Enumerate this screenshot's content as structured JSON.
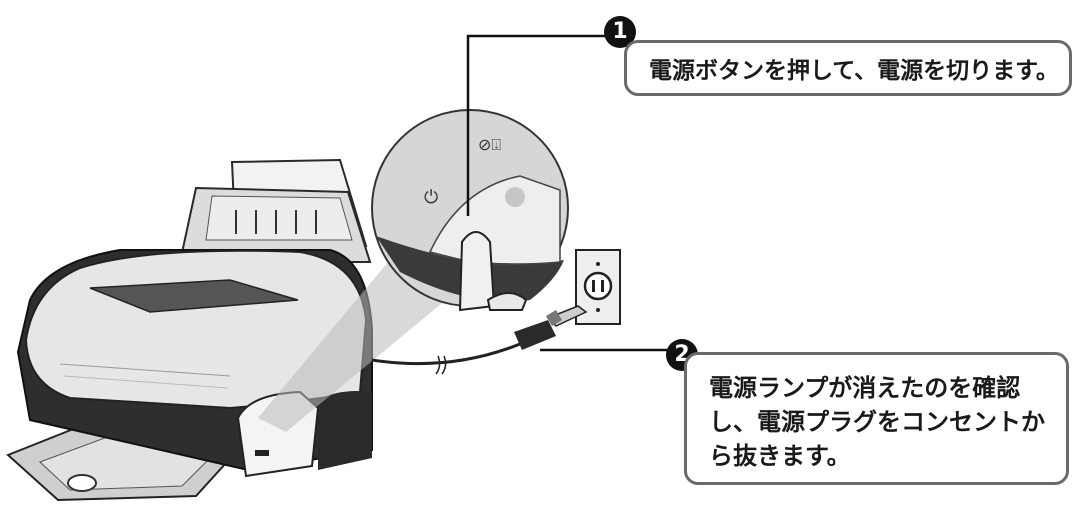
{
  "steps": [
    {
      "number": "1",
      "text": "電源ボタンを押して、電源を切ります。"
    },
    {
      "number": "2",
      "lines": [
        "電源ランプが消えたのを確認",
        "し、電源プラグをコンセントか",
        "ら抜きます。"
      ]
    }
  ],
  "colors": {
    "callout_border": "#6a6a6a",
    "badge": "#111111",
    "printer_body": "#e6e6e6",
    "printer_base": "#2e2e2e"
  }
}
